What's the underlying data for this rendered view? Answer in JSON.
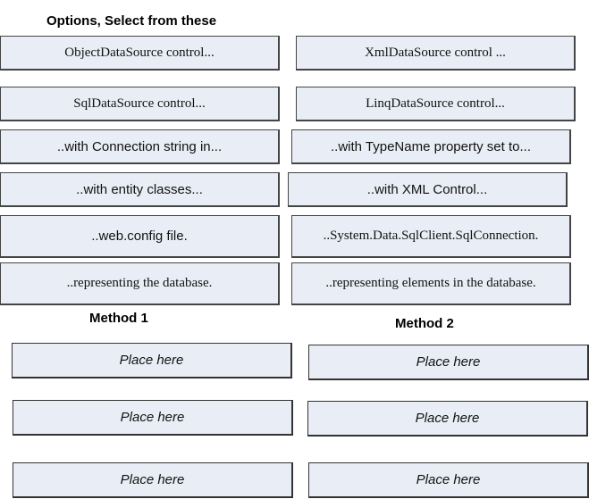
{
  "header": {
    "title": "Options, Select from these"
  },
  "options": {
    "left": [
      "ObjectDataSource control...",
      "SqlDataSource control...",
      "..with Connection string in...",
      "..with entity classes...",
      "..web.config file.",
      "..representing the database."
    ],
    "right": [
      "XmlDataSource control ...",
      "LinqDataSource control...",
      "..with TypeName property set to...",
      "..with XML Control...",
      "..System.Data.SqlClient.SqlConnection.",
      "..representing elements in the database."
    ]
  },
  "method1": {
    "title": "Method 1",
    "slots": [
      "Place here",
      "Place here",
      "Place here"
    ]
  },
  "method2": {
    "title": "Method 2",
    "slots": [
      "Place here",
      "Place here",
      "Place here"
    ]
  },
  "colors": {
    "box_fill": "#e9eef6",
    "box_border": "#444444"
  }
}
